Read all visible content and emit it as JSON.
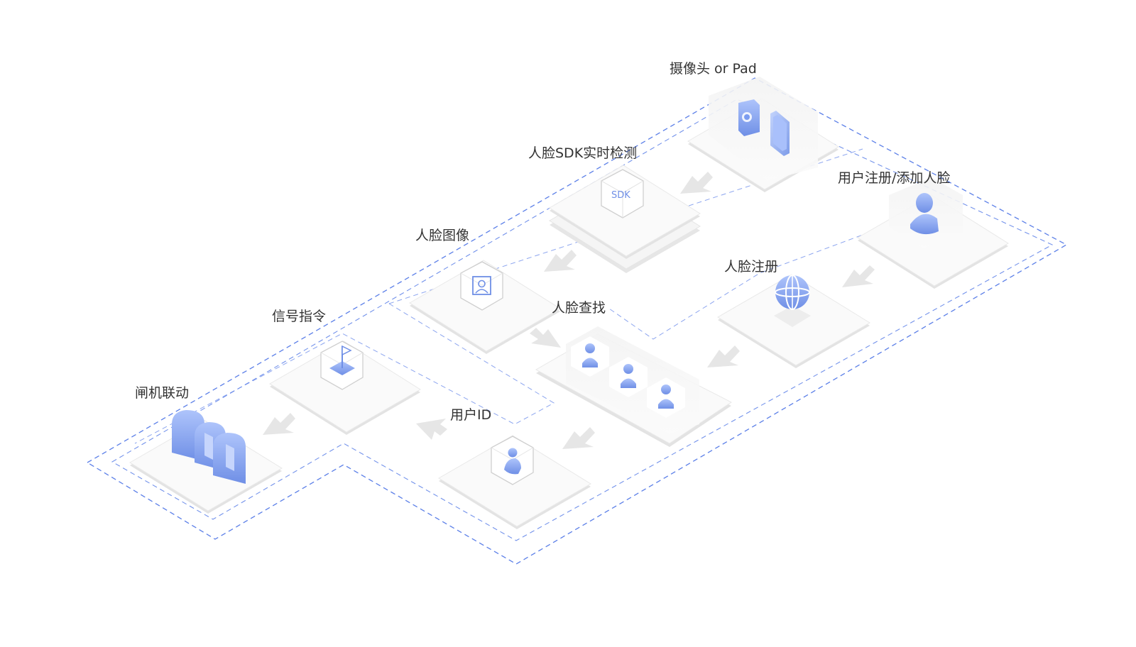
{
  "labels": {
    "camera": "摄像头 or Pad",
    "sdk": "人脸SDK实时检测",
    "register": "用户注册/添加人脸",
    "face_image": "人脸图像",
    "face_registry": "人脸注册",
    "face_search": "人脸查找",
    "signal": "信号指令",
    "gate": "闸机联动",
    "user_id": "用户ID"
  },
  "sdk_icon_text": "SDK",
  "colors": {
    "accent": "#7b9cf0",
    "accent_dark": "#5b7fe8",
    "dashed_line": "#5b7fe8",
    "platform_top": "#fafafa",
    "platform_side": "#e6e6e6",
    "arrow": "#e8e8e8",
    "label": "#333333"
  }
}
